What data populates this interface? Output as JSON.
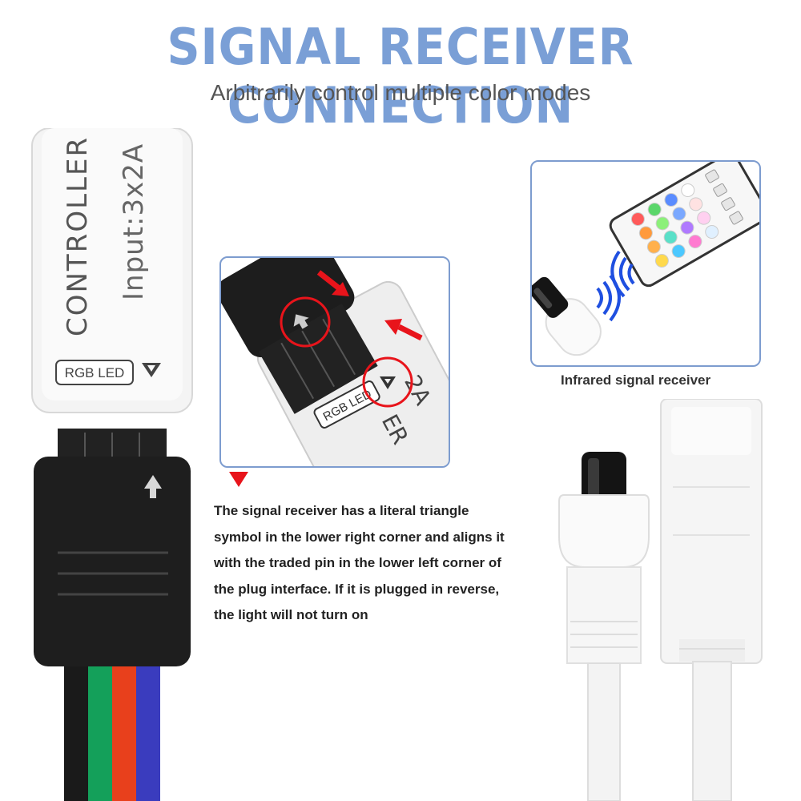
{
  "header": {
    "title": "SIGNAL RECEIVER CONNECTION",
    "subtitle": "Arbitrarily control multiple color modes"
  },
  "controller": {
    "label_main": "CONTROLLER",
    "label_spec": "Input:3x2A",
    "badge": "RGB LED"
  },
  "zoom_panel": {
    "badge": "RGB LED",
    "text_a": "2A",
    "text_b": "ER"
  },
  "receiver_panel": {
    "caption": "Infrared signal receiver"
  },
  "description": {
    "lines": [
      "The signal receiver has a literal triangle",
      "symbol in the lower right corner and aligns it",
      "with the traded pin in the lower left corner of",
      "the plug interface. If it is plugged in reverse,",
      "the light will not turn on"
    ]
  },
  "colors": {
    "title": "#7a9fd6",
    "panel_border": "#7d9ccf",
    "arrow_red": "#e8141b",
    "signal_blue": "#1f4fe0",
    "wire_black": "#1a1a1a",
    "wire_green": "#14a05a",
    "wire_red": "#e8401c",
    "wire_blue": "#3a3cbe"
  },
  "icons": [
    "arrow-up-icon",
    "triangle-pin-icon",
    "down-triangle-icon",
    "signal-waves-icon",
    "red-arrow-icon"
  ]
}
